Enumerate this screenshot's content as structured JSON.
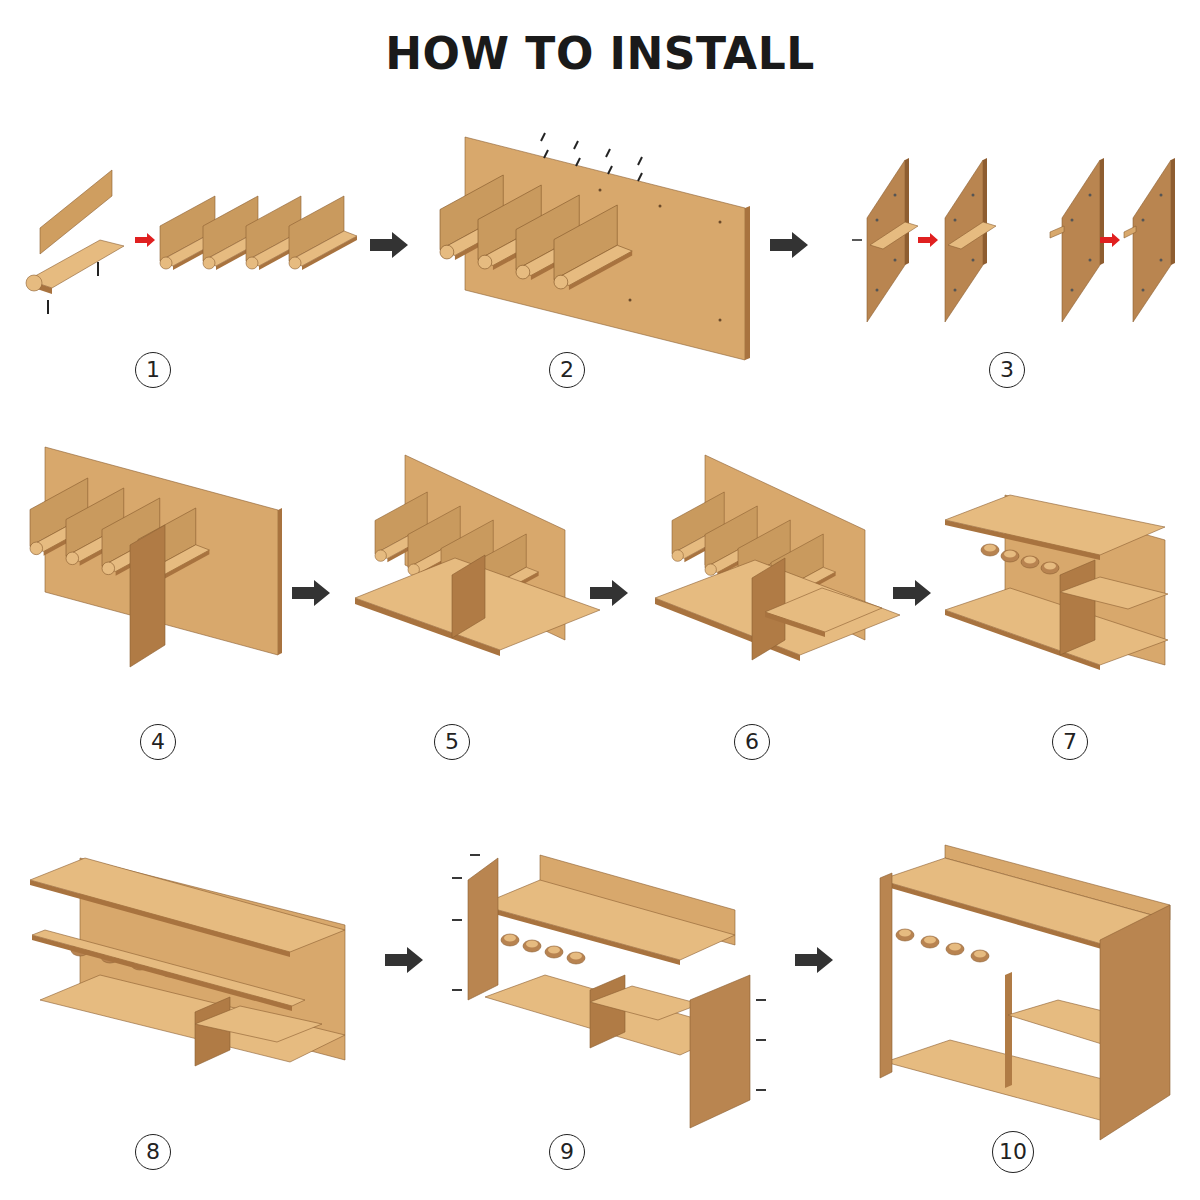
{
  "diagram": {
    "title": "HOW TO INSTALL",
    "nodes": [
      {
        "text": [
          "1"
        ]
      },
      {
        "text": [
          "2"
        ]
      },
      {
        "text": [
          "3"
        ]
      },
      {
        "text": [
          "4"
        ]
      },
      {
        "text": [
          "5"
        ]
      },
      {
        "text": [
          "6"
        ]
      },
      {
        "text": [
          "7"
        ]
      },
      {
        "text": [
          "8"
        ]
      },
      {
        "text": [
          "9"
        ]
      },
      {
        "text": [
          "10"
        ]
      }
    ]
  }
}
